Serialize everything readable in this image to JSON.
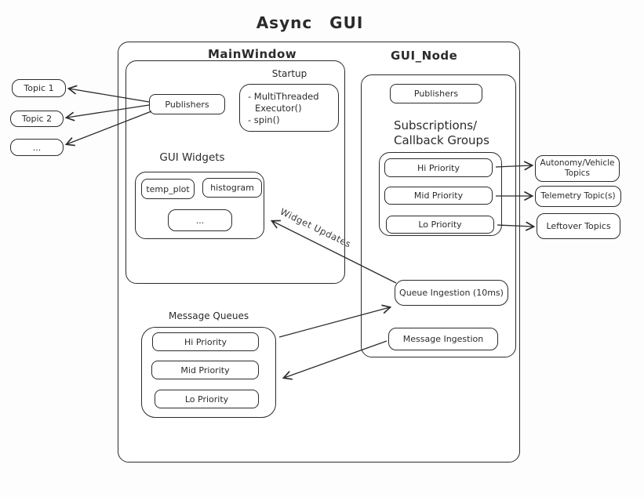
{
  "title": "Async GUI",
  "colors": {
    "stroke": "#2b2b2b",
    "background": "#fdfdfd",
    "box_fill": "#ffffff"
  },
  "left_topics": {
    "topic1": "Topic 1",
    "topic2": "Topic 2",
    "more": "..."
  },
  "mainwindow": {
    "label": "MainWindow",
    "publishers": "Publishers",
    "startup": {
      "label": "Startup",
      "lines": [
        "- MultiThreaded",
        "Executor()",
        "- spin()"
      ]
    },
    "gui_widgets": {
      "label": "GUI Widgets",
      "items": [
        "temp_plot",
        "histogram",
        "..."
      ]
    },
    "message_queues": {
      "label": "Message Queues",
      "items": [
        "Hi Priority",
        "Mid Priority",
        "Lo Priority"
      ]
    }
  },
  "gui_node": {
    "label": "GUI_Node",
    "publishers": "Publishers",
    "subscriptions": {
      "line1": "Subscriptions/",
      "line2": "Callback Groups"
    },
    "callback_groups": [
      "Hi Priority",
      "Mid Priority",
      "Lo Priority"
    ],
    "queue_ingestion": "Queue Ingestion (10ms)",
    "message_ingestion": "Message Ingestion"
  },
  "right_topics": {
    "autonomy": {
      "line1": "Autonomy/Vehicle",
      "line2": "Topics"
    },
    "telemetry": "Telemetry Topic(s)",
    "leftover": "Leftover Topics"
  },
  "edge_labels": {
    "widget_updates": "Widget Updates"
  }
}
